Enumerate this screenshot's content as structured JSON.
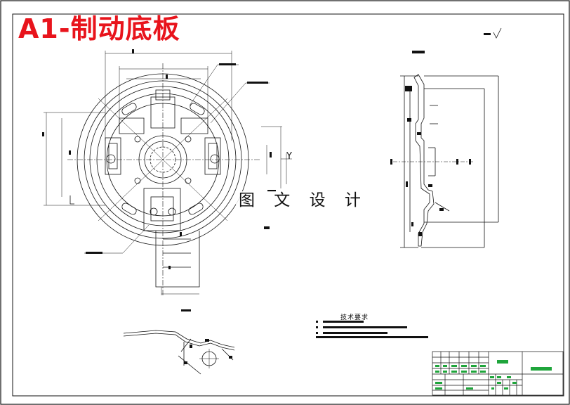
{
  "drawing": {
    "title": "A1-制动底板",
    "watermark": "图 文 设 计",
    "axis_label": "Y",
    "technical_requirements_title": "技术要求"
  },
  "colors": {
    "title": "#e8141c",
    "line": "#111111",
    "titleblock_green": "#1fa53b",
    "dimension_blue": "#2a4cd8"
  }
}
